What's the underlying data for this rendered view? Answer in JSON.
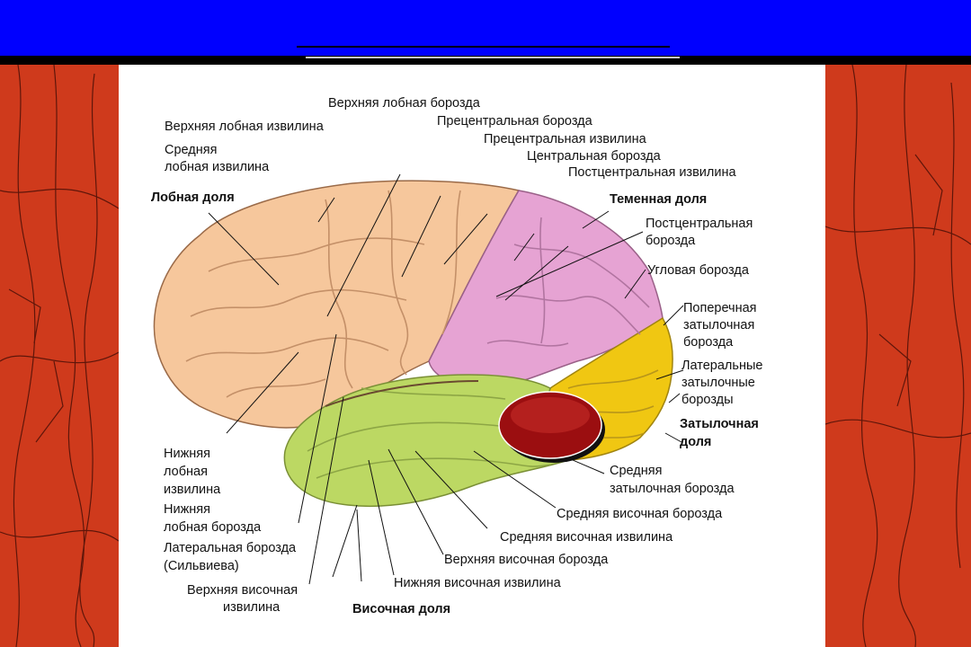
{
  "colors": {
    "header": "#0000ff",
    "background_red": "#c8331a",
    "frontal": "#f6c79c",
    "parietal": "#e6a3d3",
    "occipital": "#f0c712",
    "temporal": "#bcd863",
    "marker": "#9b0e10"
  },
  "labels": {
    "sup_frontal_sulcus": "Верхняя лобная борозда",
    "sup_frontal_gyrus": "Верхняя лобная извилина",
    "precentral_sulcus": "Прецентральная борозда",
    "precentral_gyrus": "Прецентральная извилина",
    "central_sulcus": "Центральная борозда",
    "postcentral_gyrus": "Постцентральная извилина",
    "middle_frontal_gyrus_1": "Средняя",
    "middle_frontal_gyrus_2": "лобная извилина",
    "frontal_lobe": "Лобная доля",
    "parietal_lobe": "Теменная доля",
    "postcentral_sulcus_1": "Постцентральная",
    "postcentral_sulcus_2": "борозда",
    "angular_sulcus": "Угловая борозда",
    "transverse_occipital_1": "Поперечная",
    "transverse_occipital_2": "затылочная",
    "transverse_occipital_3": "борозда",
    "lateral_occipital_1": "Латеральные",
    "lateral_occipital_2": "затылочные",
    "lateral_occipital_3": "борозды",
    "occipital_lobe_1": "Затылочная",
    "occipital_lobe_2": "доля",
    "middle_occipital_1": "Средняя",
    "middle_occipital_2": "затылочная борозда",
    "middle_temporal_sulcus": "Средняя височная борозда",
    "middle_temporal_gyrus": "Средняя височная извилина",
    "sup_temporal_sulcus": "Верхняя височная борозда",
    "inf_temporal_gyrus": "Нижняя височная извилина",
    "temporal_lobe": "Височная доля",
    "sup_temporal_gyrus_1": "Верхняя височная",
    "sup_temporal_gyrus_2": "извилина",
    "lateral_sulcus_1": "Латеральная борозда",
    "lateral_sulcus_2": "(Сильвиева)",
    "inf_frontal_sulcus_1": "Нижняя",
    "inf_frontal_sulcus_2": "лобная борозда",
    "inf_frontal_gyrus_1": "Нижняя",
    "inf_frontal_gyrus_2": "лобная",
    "inf_frontal_gyrus_3": "извилина"
  }
}
